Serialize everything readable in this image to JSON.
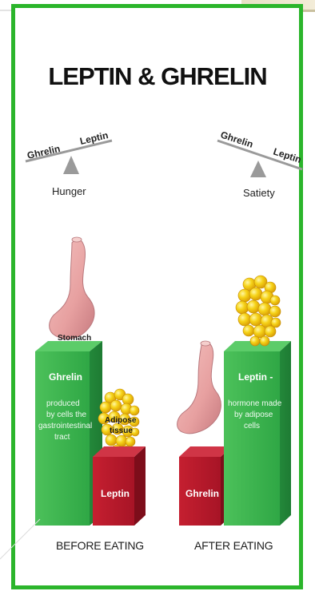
{
  "title": "LEPTIN & GHRELIN",
  "before": {
    "scale_left_word": "Ghrelin",
    "scale_right_word": "Leptin",
    "scale_label": "Hunger",
    "stomach_label": "Stomach",
    "ghrelin_block_title": "Ghrelin",
    "ghrelin_block_lines": [
      "produced",
      "by cells the",
      "gastrointestinal",
      "tract"
    ],
    "adipose_label_lines": [
      "Adipose",
      "tissue"
    ],
    "leptin_block_title": "Leptin",
    "caption": "BEFORE EATING"
  },
  "after": {
    "scale_left_word": "Ghrelin",
    "scale_right_word": "Leptin",
    "scale_label": "Satiety",
    "ghrelin_block_title": "Ghrelin",
    "leptin_block_title": "Leptin -",
    "leptin_block_lines": [
      "hormone made",
      "by adipose",
      "cells"
    ],
    "caption": "AFTER EATING"
  },
  "colors": {
    "frame_green": "#2bb52b",
    "ghrelin_green": "#37b04b",
    "leptin_red": "#b0172a",
    "adipose_yellow": "#f1c40f",
    "stomach_pink": "#e8a7a7"
  }
}
